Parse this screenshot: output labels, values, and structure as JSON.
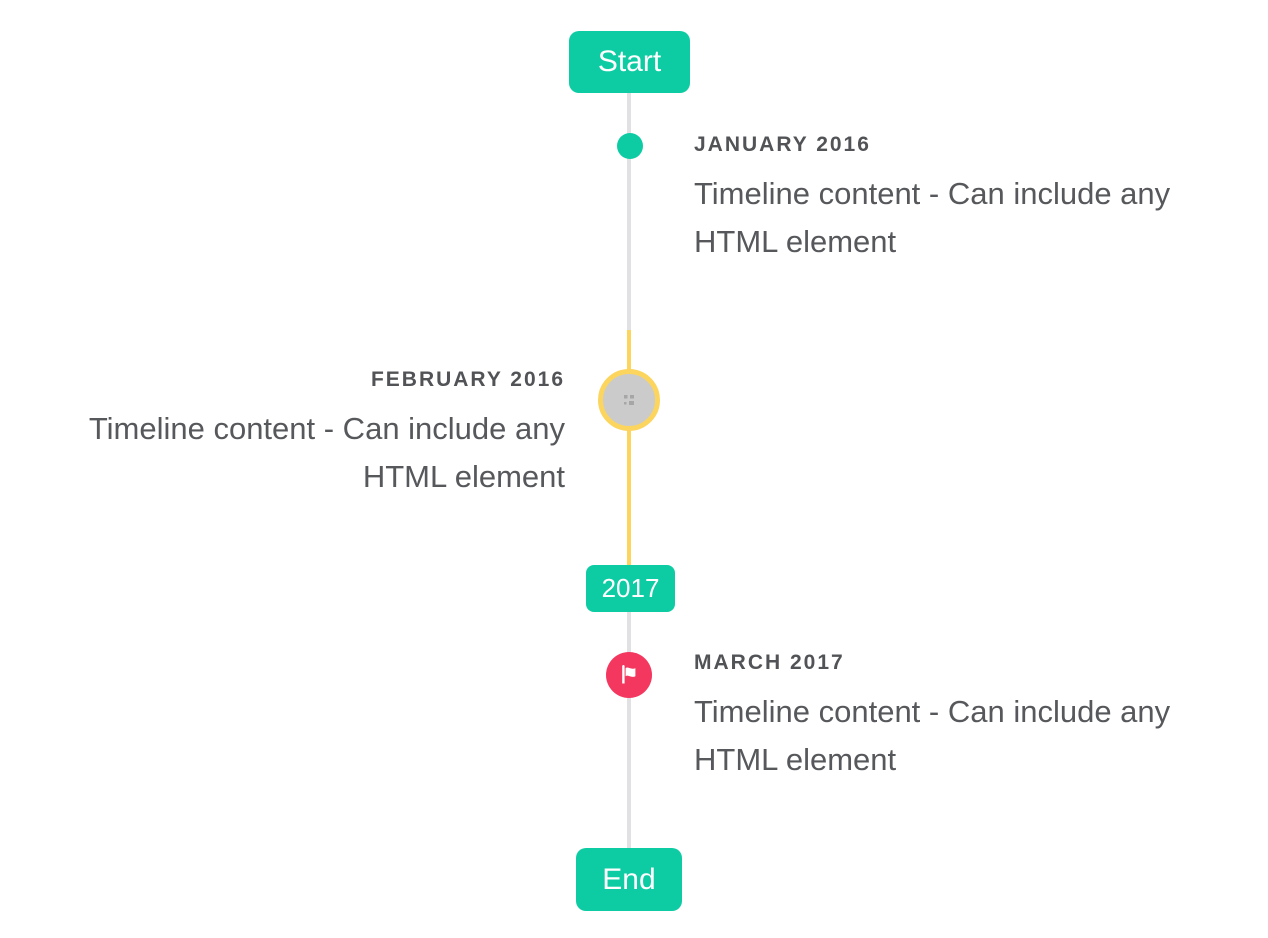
{
  "timeline": {
    "start_label": "Start",
    "end_label": "End",
    "year_badge": "2017",
    "entries": [
      {
        "date": "JANUARY 2016",
        "content": "Timeline content - Can include any HTML element",
        "side": "right",
        "marker": "teal-dot"
      },
      {
        "date": "FEBRUARY 2016",
        "content": "Timeline content - Can include any HTML element",
        "side": "left",
        "marker": "image-circle-broken-image"
      },
      {
        "date": "MARCH 2017",
        "content": "Timeline content - Can include any HTML element",
        "side": "right",
        "marker": "red-flag-circle"
      }
    ],
    "colors": {
      "accent_teal": "#0dcca4",
      "highlight_yellow": "#fbd55e",
      "flag_red": "#f4375e",
      "line_gray": "#e1e1e3",
      "image_marker_fill": "#cbcbcb",
      "date_text": "#515356",
      "content_text": "#56585b",
      "badge_text": "#ffffff"
    },
    "icons": {
      "flag": "flag-icon",
      "broken_image": "broken-image-icon"
    }
  }
}
